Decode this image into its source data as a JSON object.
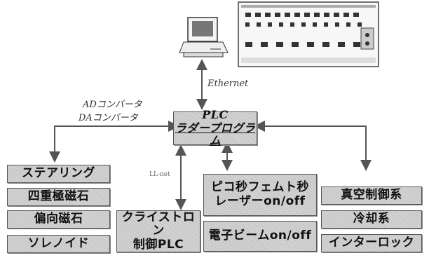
{
  "labels": {
    "ethernet": "Ethernet",
    "ad_converter": "ADコンバータ",
    "da_converter": "DAコンバータ",
    "ll_net": "LL-net"
  },
  "center": {
    "line1": "PLC",
    "line2": "ラダープログラム"
  },
  "left_boxes": [
    "ステアリング",
    "四重極磁石",
    "偏向磁石",
    "ソレノイド"
  ],
  "klystron": {
    "line1": "クライストロン",
    "line2": "制御PLC"
  },
  "laser": {
    "line1": "ピコ秒フェムト秒",
    "line2": "レーザーon/off"
  },
  "ebeam": "電子ビームon/off",
  "right_boxes": [
    "真空制御系",
    "冷却系",
    "インターロック"
  ],
  "icons": [
    "computer-icon",
    "control-panel-icon"
  ]
}
